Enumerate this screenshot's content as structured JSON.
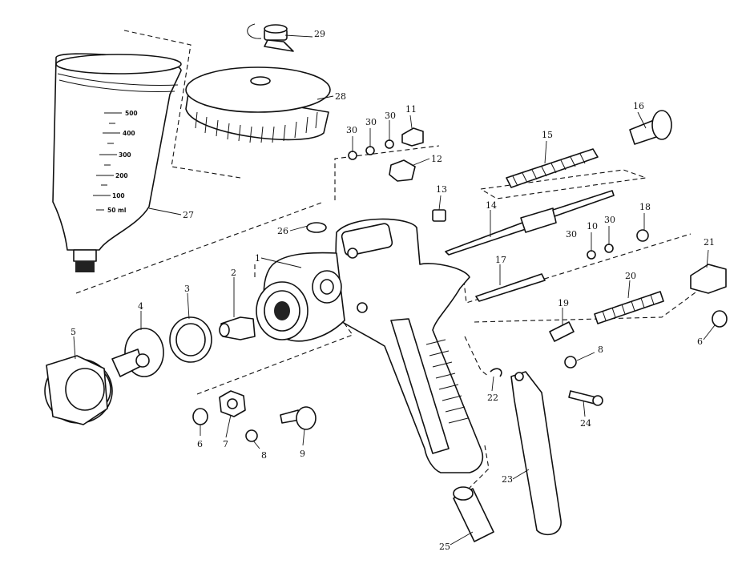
{
  "callouts": {
    "p1": "1",
    "p2": "2",
    "p3": "3",
    "p4": "4",
    "p5": "5",
    "p6a": "6",
    "p6b": "6",
    "p7": "7",
    "p8a": "8",
    "p8b": "8",
    "p9": "9",
    "p10": "10",
    "p11": "11",
    "p12": "12",
    "p13": "13",
    "p14": "14",
    "p15": "15",
    "p16": "16",
    "p17": "17",
    "p18": "18",
    "p19": "19",
    "p20": "20",
    "p21": "21",
    "p22": "22",
    "p23": "23",
    "p24": "24",
    "p25": "25",
    "p26": "26",
    "p27": "27",
    "p28": "28",
    "p29": "29",
    "p30a": "30",
    "p30b": "30",
    "p30c": "30",
    "p30d": "30",
    "p30e": "30"
  },
  "cup_scale": [
    "500",
    "400",
    "300",
    "200",
    "100",
    "50 ml"
  ]
}
